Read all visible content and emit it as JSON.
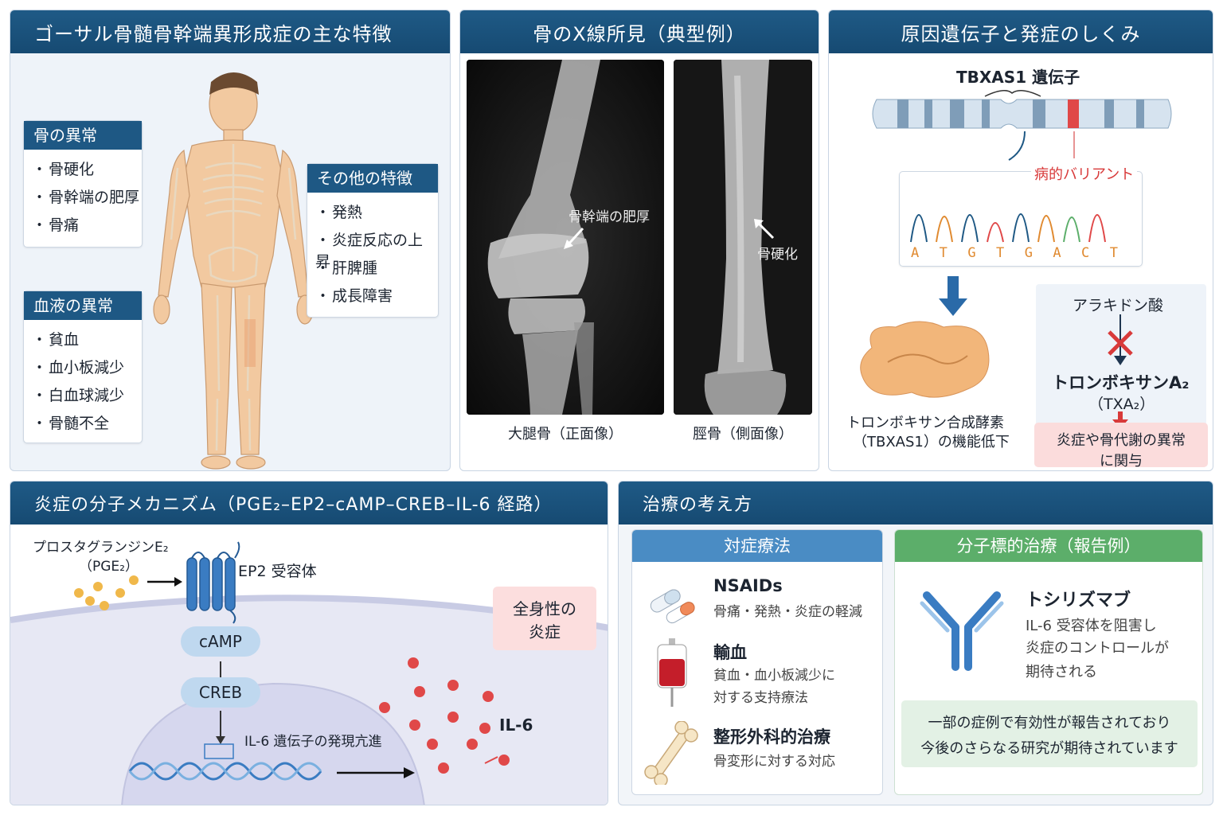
{
  "panels": {
    "features": {
      "title": "ゴーサル骨髄骨幹端異形成症の主な特徴",
      "bone": {
        "title": "骨の異常",
        "items": [
          "骨硬化",
          "骨幹端の肥厚",
          "骨痛"
        ]
      },
      "blood": {
        "title": "血液の異常",
        "items": [
          "貧血",
          "血小板減少",
          "白血球減少",
          "骨髄不全"
        ]
      },
      "other": {
        "title": "その他の特徴",
        "items": [
          "発熱",
          "炎症反応の上昇",
          "肝脾腫",
          "成長障害"
        ]
      }
    },
    "xray": {
      "title": "骨のX線所見（典型例）",
      "femur_label": "骨幹端の肥厚",
      "tibia_label": "骨硬化",
      "femur_caption": "大腿骨（正面像）",
      "tibia_caption": "脛骨（側面像）"
    },
    "genetics": {
      "title": "原因遺伝子と発症のしくみ",
      "gene": "TBXAS1 遺伝子",
      "variant": "病的バリアント",
      "bases": [
        "A",
        "T",
        "G",
        "T",
        "G",
        "A",
        "C",
        "T"
      ],
      "enzyme_line1": "トロンボキサン合成酵素",
      "enzyme_line2": "（TBXAS1）の機能低下",
      "substrate": "アラキドン酸",
      "product_line1": "トロンボキサンA₂",
      "product_line2": "（TXA₂）",
      "effect_line1": "炎症や骨代謝の異常",
      "effect_line2": "に関与"
    },
    "mechanism": {
      "title": "炎症の分子メカニズム（PGE₂–EP2–cAMP–CREB–IL-6 経路）",
      "pge2_line1": "プロスタグランジンE₂",
      "pge2_line2": "（PGE₂）",
      "receptor": "EP2 受容体",
      "camp": "cAMP",
      "creb": "CREB",
      "expression": "IL-6 遺伝子の発現亢進",
      "il6": "IL-6",
      "systemic_line1": "全身性の",
      "systemic_line2": "炎症"
    },
    "treatment": {
      "title": "治療の考え方",
      "symptomatic": {
        "title": "対症療法",
        "items": [
          {
            "name": "NSAIDs",
            "desc1": "骨痛・発熱・炎症の軽減",
            "desc2": ""
          },
          {
            "name": "輸血",
            "desc1": "貧血・血小板減少に",
            "desc2": "対する支持療法"
          },
          {
            "name": "整形外科的治療",
            "desc1": "骨変形に対する対応",
            "desc2": ""
          }
        ]
      },
      "targeted": {
        "title": "分子標的治療（報告例）",
        "drug": "トシリズマブ",
        "desc1": "IL-6 受容体を阻害し",
        "desc2": "炎症のコントロールが",
        "desc3": "期待される",
        "note1": "一部の症例で有効性が報告されており",
        "note2": "今後のさらなる研究が期待されています"
      }
    }
  },
  "colors": {
    "header": "#1e5884",
    "accent_red": "#d83a3a",
    "green_head": "#5cae6a"
  }
}
